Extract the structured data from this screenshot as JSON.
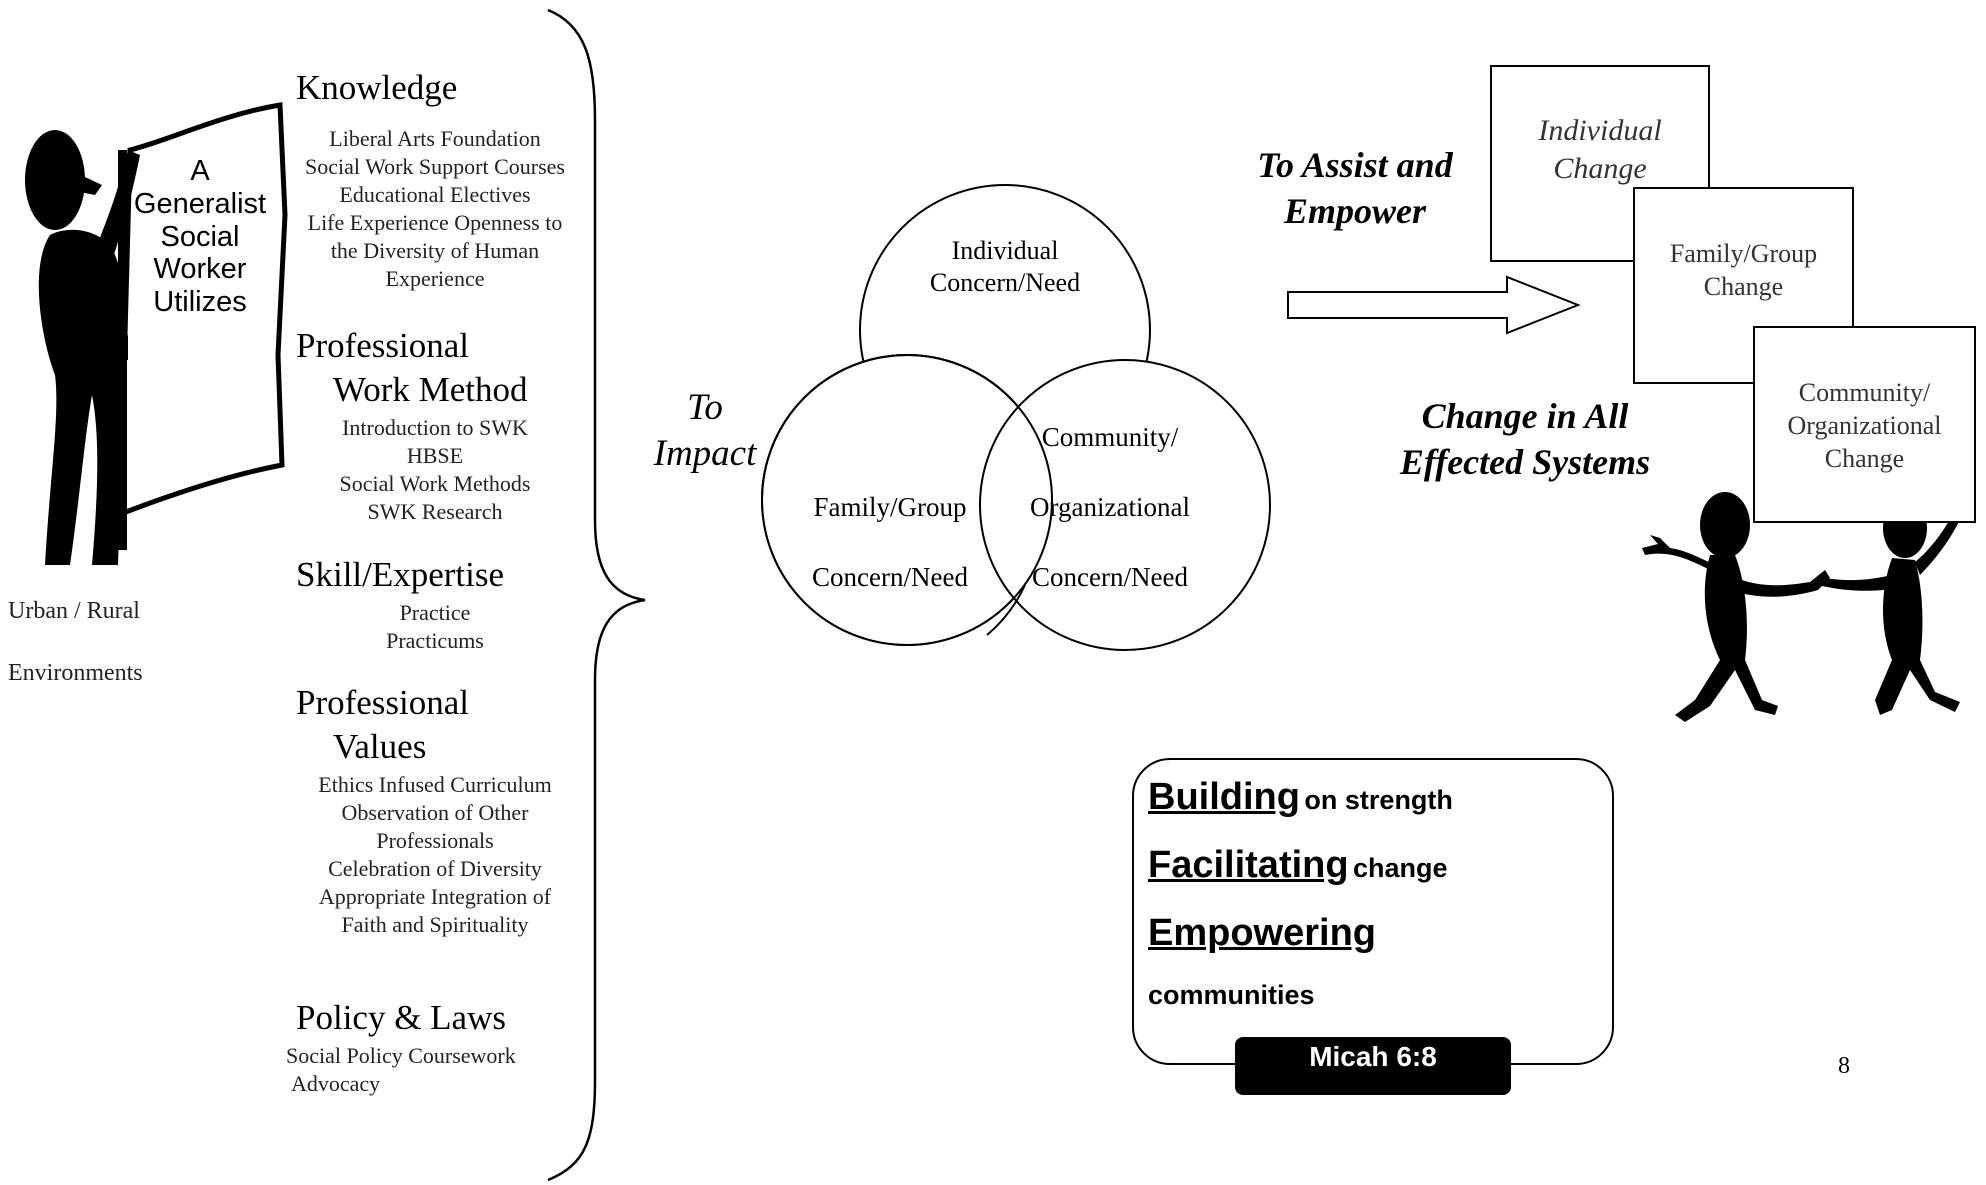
{
  "sign": {
    "lines": [
      "A",
      "Generalist",
      "Social",
      "Worker",
      "Utilizes"
    ]
  },
  "environment": {
    "line1": "Urban / Rural",
    "line2": "Environments"
  },
  "sections": {
    "knowledge": {
      "heading": "Knowledge",
      "items": [
        "Liberal Arts Foundation",
        "Social Work Support Courses",
        "Educational Electives",
        "Life Experience Openness to",
        "the Diversity of Human",
        "Experience"
      ]
    },
    "work_method": {
      "heading_line1": "Professional",
      "heading_line2": "Work Method",
      "items": [
        "Introduction to SWK",
        "HBSE",
        "Social Work Methods",
        "SWK Research"
      ]
    },
    "skill": {
      "heading": "Skill/Expertise",
      "items": [
        "Practice",
        "Practicums"
      ]
    },
    "values": {
      "heading_line1": "Professional",
      "heading_line2": "Values",
      "items": [
        "Ethics Infused Curriculum",
        "Observation of Other",
        "Professionals",
        "Celebration of Diversity",
        "Appropriate Integration of",
        "Faith and Spirituality"
      ]
    },
    "policy": {
      "heading": "Policy & Laws",
      "items": [
        "Social Policy Coursework",
        "Advocacy"
      ]
    }
  },
  "impact": {
    "line1": "To",
    "line2": "Impact"
  },
  "venn": {
    "individual": [
      "Individual",
      "Concern/Need"
    ],
    "family": [
      "Family/Group",
      "Concern/Need"
    ],
    "community": [
      "Community/",
      "Organizational",
      "Concern/Need"
    ]
  },
  "assist": {
    "line1": "To Assist and",
    "line2": "Empower"
  },
  "change_all": {
    "line1": "Change in All",
    "line2": "Effected Systems"
  },
  "change_boxes": {
    "individual": [
      "Individual",
      "Change"
    ],
    "family": [
      "Family/Group",
      "Change"
    ],
    "community": [
      "Community/",
      "Organizational",
      "Change"
    ]
  },
  "motto": {
    "line1_bold": "Building",
    "line1_rest": "on strength",
    "line2_bold": "Facilitating",
    "line2_rest": "change",
    "line3_bold": "Empowering",
    "line4": "communities",
    "verse": "Micah 6:8"
  },
  "page_number": "8",
  "colors": {
    "ink": "#000000",
    "text_gray": "#222222",
    "paper": "#ffffff"
  }
}
